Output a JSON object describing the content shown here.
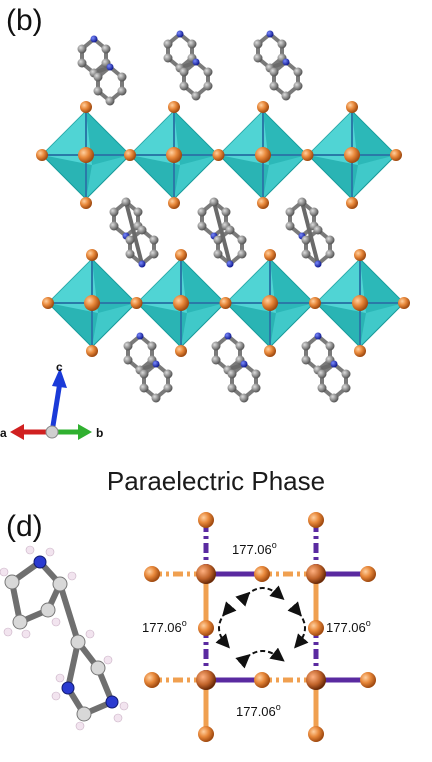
{
  "panel_b": {
    "label": "(b)",
    "axes": {
      "a": "a",
      "b": "b",
      "c": "c"
    }
  },
  "phase_title": "Paraelectric Phase",
  "panel_d": {
    "label": "(d)",
    "angles": {
      "top": "177.06",
      "left": "177.06",
      "right": "177.06",
      "bottom": "177.06"
    },
    "unit": "o"
  },
  "colors": {
    "octahedron": "#1fbfbf",
    "halide": "#e8883a",
    "metal": "#c0632a",
    "bond_dark": "#4a2a8a",
    "bond_light": "#f0a050",
    "carbon": "#7a7a7a",
    "nitrogen": "#2a3ad0",
    "hydrogen": "#f2e4ef",
    "axis_a": "#d02020",
    "axis_b": "#30b030",
    "axis_c": "#1a3ad8"
  }
}
